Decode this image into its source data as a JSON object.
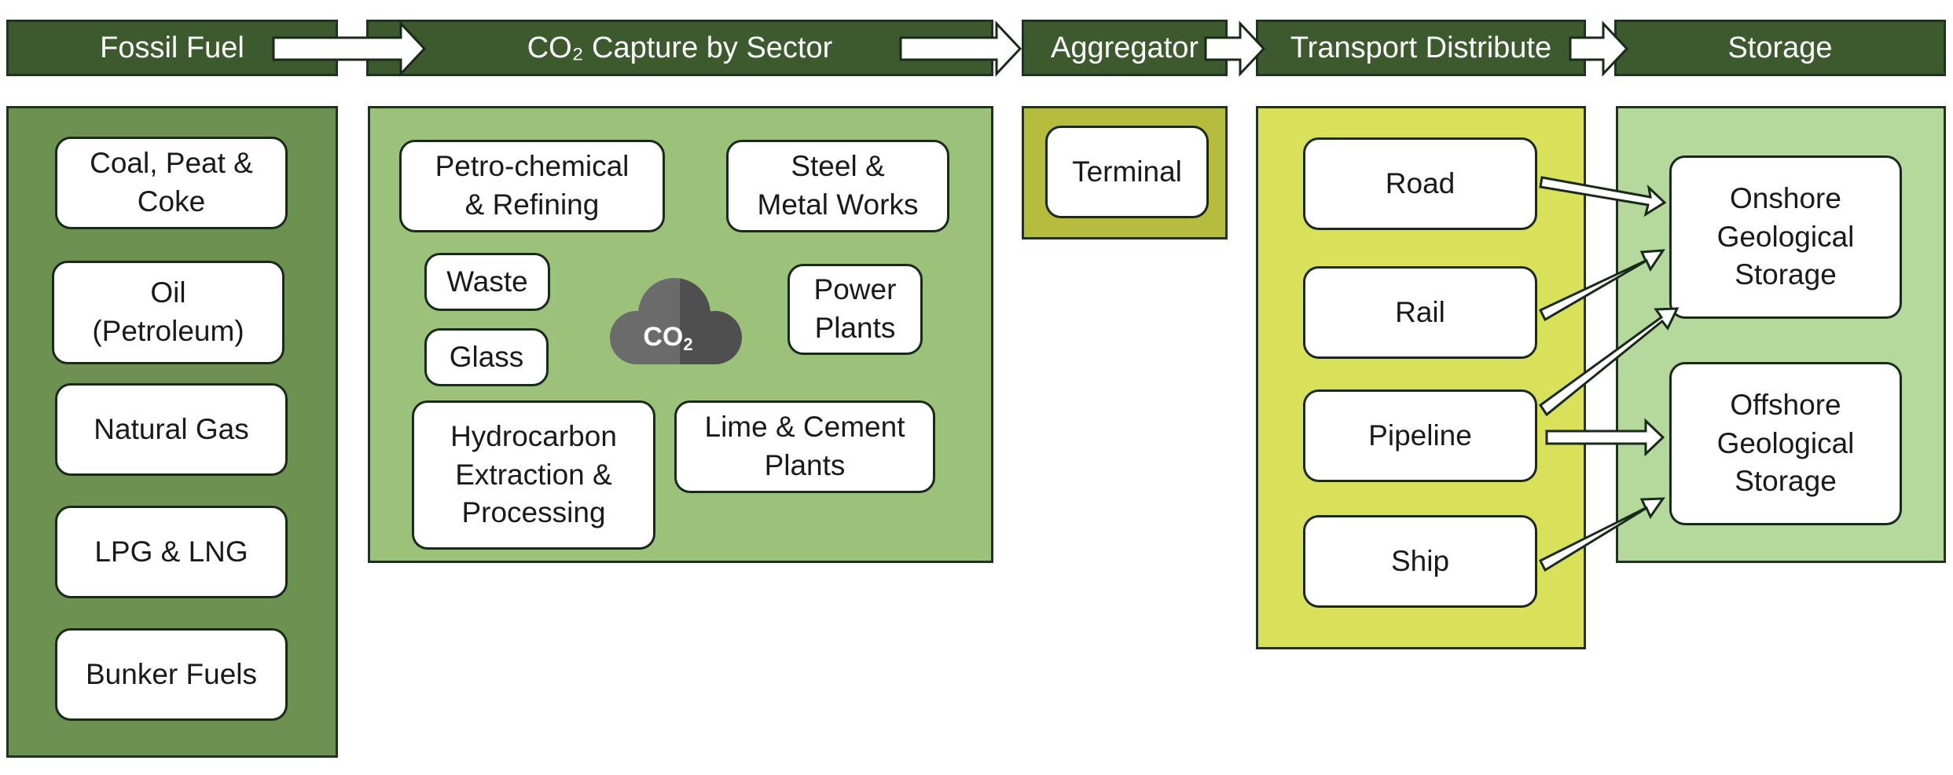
{
  "colors": {
    "header_bg": "#3c5a2e",
    "fossil_panel": "#6d9150",
    "capture_panel": "#9bc17a",
    "aggregator_panel": "#b6bc3e",
    "transport_panel": "#d9e15a",
    "storage_panel": "#b5d99c",
    "cloud": "#595959"
  },
  "stages": {
    "fossil": "Fossil Fuel",
    "capture": "CO₂ Capture by Sector",
    "aggregator": "Aggregator",
    "transport": "Transport Distribute",
    "storage": "Storage"
  },
  "fossil_fuels": [
    "Coal, Peat &\nCoke",
    "Oil\n(Petroleum)",
    "Natural Gas",
    "LPG & LNG",
    "Bunker Fuels"
  ],
  "sectors": {
    "petrochem": "Petro-chemical\n& Refining",
    "steel": "Steel &\nMetal Works",
    "waste": "Waste",
    "glass": "Glass",
    "power": "Power\nPlants",
    "hydrocarbon": "Hydrocarbon\nExtraction &\nProcessing",
    "lime": "Lime & Cement\nPlants"
  },
  "cloud": {
    "label": "CO",
    "subscript": "2",
    "icon": "cloud-icon"
  },
  "aggregator": {
    "terminal": "Terminal"
  },
  "transport_modes": [
    "Road",
    "Rail",
    "Pipeline",
    "Ship"
  ],
  "storage_types": [
    "Onshore\nGeological\nStorage",
    "Offshore\nGeological\nStorage"
  ]
}
